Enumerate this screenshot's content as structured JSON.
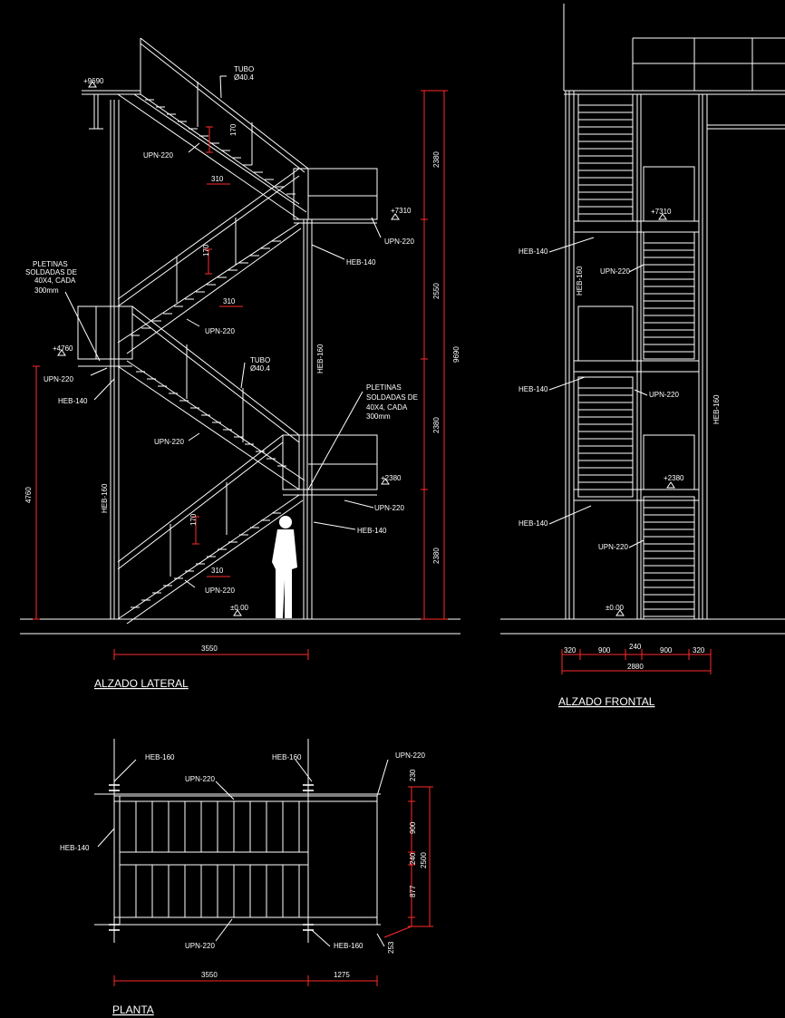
{
  "titles": {
    "side": "ALZADO LATERAL",
    "front": "ALZADO FRONTAL",
    "plan": "PLANTA"
  },
  "side": {
    "levels": [
      "+9690",
      "+7310",
      "+4760",
      "+2380",
      "±0.00"
    ],
    "labels": {
      "tubo_top": "TUBO",
      "tubo_top_d": "Ø40.4",
      "tubo_mid": "TUBO",
      "tubo_mid_d": "Ø40.4",
      "upn_1": "UPN-220",
      "upn_2": "UPN-220",
      "upn_3": "UPN-220",
      "upn_4": "UPN-220",
      "upn_5": "UPN-220",
      "upn_6": "UPN-220",
      "upn_7": "UPN-220",
      "heb140_1": "HEB-140",
      "heb140_2": "HEB-140",
      "heb140_3": "HEB-140",
      "heb160_left": "HEB-160",
      "heb160_right": "HEB-160",
      "pletinas_a_1": "PLETINAS",
      "pletinas_a_2": "SOLDADAS DE",
      "pletinas_a_3": "40X4, CADA",
      "pletinas_a_4": "300mm",
      "pletinas_b_1": "PLETINAS",
      "pletinas_b_2": "SOLDADAS DE",
      "pletinas_b_3": "40X4, CADA",
      "pletinas_b_4": "300mm"
    },
    "dims": {
      "tread_1": "310",
      "tread_2": "310",
      "tread_3": "310",
      "rise_1": "170",
      "rise_2": "170",
      "rise_3": "170",
      "seg_1": "2380",
      "seg_2": "2550",
      "seg_3": "2380",
      "seg_4": "2380",
      "total": "9690",
      "left_height": "4760",
      "width": "3550"
    }
  },
  "front": {
    "levels": [
      "+7310",
      "+2380",
      "±0.00"
    ],
    "labels": {
      "heb140_1": "HEB-140",
      "heb140_2": "HEB-140",
      "heb140_3": "HEB-140",
      "heb160_inner": "HEB-160",
      "heb160_right": "HEB-160",
      "upn_1": "UPN-220",
      "upn_2": "UPN-220",
      "upn_3": "UPN-220"
    },
    "dims": {
      "d1": "320",
      "d2": "900",
      "d3": "240",
      "d4": "900",
      "d5": "320",
      "total": "2880"
    }
  },
  "plan": {
    "labels": {
      "heb160_1": "HEB-160",
      "heb160_2": "HEB-160",
      "heb160_3": "HEB-160",
      "heb140": "HEB-140",
      "upn_1": "UPN-220",
      "upn_2": "UPN-220",
      "upn_3": "UPN-220"
    },
    "dims": {
      "v1": "230",
      "v2": "900",
      "v3": "240",
      "v4": "877",
      "v5": "253",
      "vtotal": "2500",
      "h1": "3550",
      "h2": "1275"
    }
  }
}
